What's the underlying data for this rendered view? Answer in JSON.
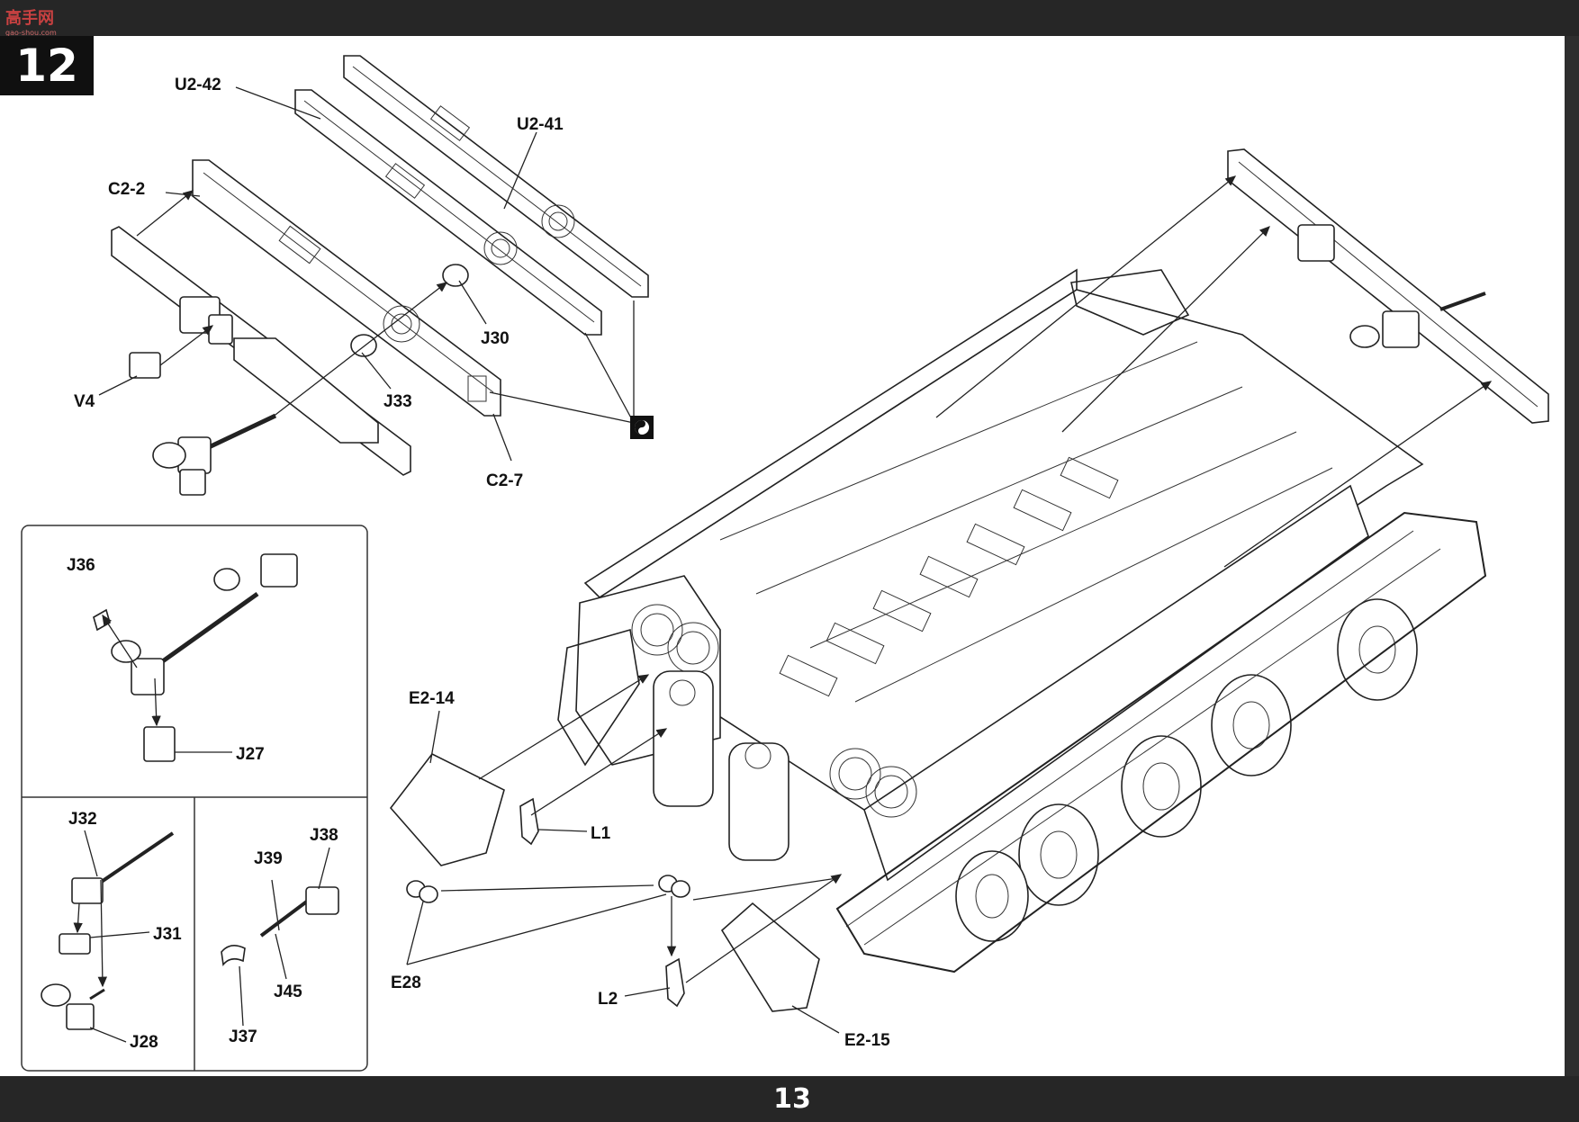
{
  "step_number": "12",
  "page_number": "13",
  "watermark": {
    "title": "高手网",
    "subtitle": "gao-shou.com"
  },
  "parts": {
    "u2_42": "U2-42",
    "u2_41": "U2-41",
    "c2_2": "C2-2",
    "v4": "V4",
    "j30": "J30",
    "j33": "J33",
    "c2_7": "C2-7",
    "e2_14": "E2-14",
    "l1": "L1",
    "e28": "E28",
    "l2": "L2",
    "e2_15": "E2-15"
  },
  "inset_top": {
    "j36": "J36",
    "j27": "J27"
  },
  "inset_bottom_left": {
    "j32": "J32",
    "j31": "J31",
    "j28": "J28"
  },
  "inset_bottom_right": {
    "j39": "J39",
    "j38": "J38",
    "j45": "J45",
    "j37": "J37"
  },
  "icons": {
    "glue": "glue-icon"
  }
}
